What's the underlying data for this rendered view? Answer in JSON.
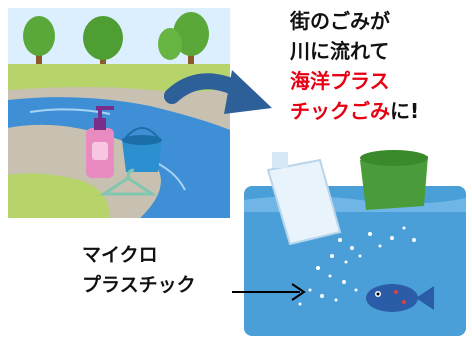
{
  "headline": {
    "line1": "街のごみが",
    "line2": "川に流れて",
    "line3_red": "海洋プラス",
    "line4_red": "チックごみ",
    "line4_tail": "に!"
  },
  "label": {
    "line1": "マイクロ",
    "line2": "プラスチック"
  },
  "colors": {
    "accent_red": "#e60012",
    "arrow_blue": "#2d5f98",
    "ocean": "#4a9fd8",
    "river": "#3f8fd6",
    "grass": "#b7d46a"
  },
  "icons": [
    "tree-icon",
    "shampoo-bottle-icon",
    "bucket-icon",
    "hanger-icon",
    "plastic-bottle-icon",
    "fish-icon",
    "curved-arrow-icon",
    "right-arrow-icon"
  ]
}
